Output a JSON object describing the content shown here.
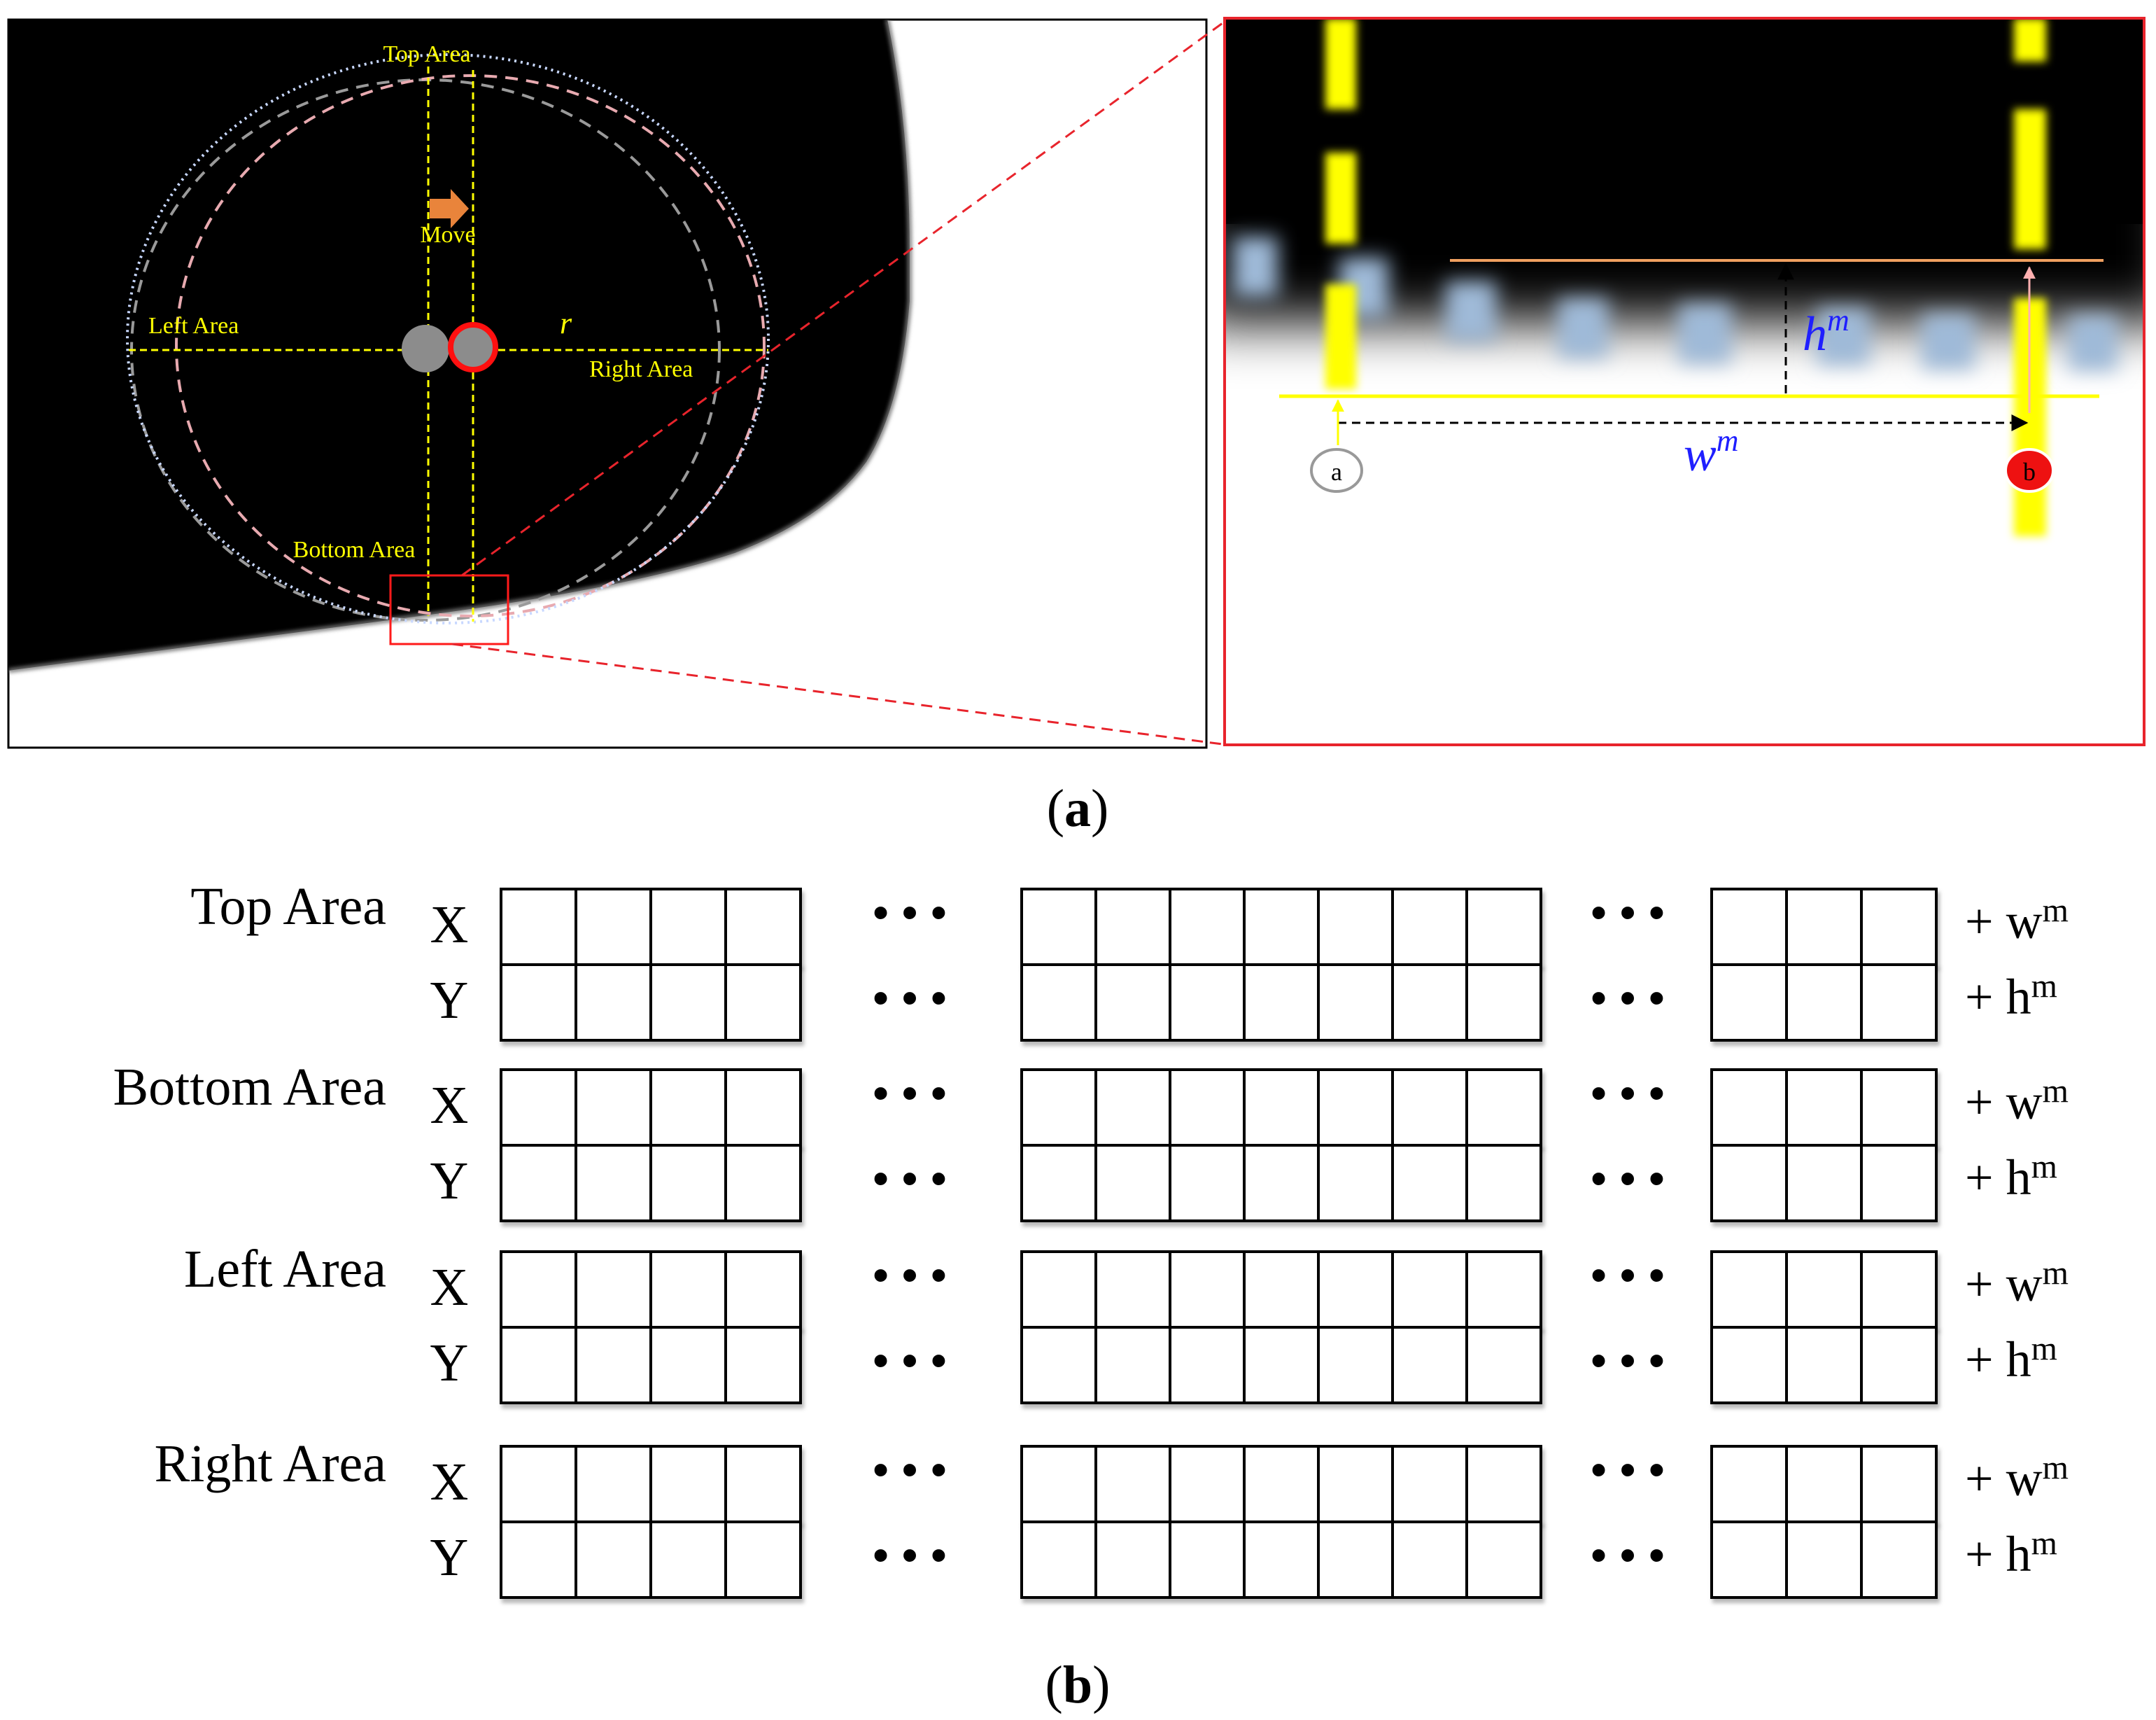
{
  "panel_a": {
    "caption_letter": "a",
    "left": {
      "top_label": "Top Area",
      "bottom_label": "Bottom Area",
      "left_label": "Left Area",
      "right_label": "Right  Area",
      "move_label": "Move",
      "radius_label": "r"
    },
    "zoom": {
      "h_label": "h",
      "h_sup": "m",
      "w_label": "w",
      "w_sup": "m",
      "point_a": "a",
      "point_b": "b"
    },
    "colors": {
      "guide_yellow": "#ffff00",
      "zoom_frame_red": "#e8242c",
      "blue_text": "#1f1fff",
      "move_arrow": "#e9843b",
      "orange_line": "#f0a060"
    }
  },
  "panel_b": {
    "caption_letter": "b",
    "rows": [
      {
        "area": "Top Area",
        "x_axis": "X",
        "y_axis": "Y",
        "x_suffix": "+ w",
        "x_sup": "m",
        "y_suffix": "+ h",
        "y_sup": "m"
      },
      {
        "area": "Bottom Area",
        "x_axis": "X",
        "y_axis": "Y",
        "x_suffix": "+ w",
        "x_sup": "m",
        "y_suffix": "+ h",
        "y_sup": "m"
      },
      {
        "area": "Left Area",
        "x_axis": "X",
        "y_axis": "Y",
        "x_suffix": "+ w",
        "x_sup": "m",
        "y_suffix": "+ h",
        "y_sup": "m"
      },
      {
        "area": "Right Area",
        "x_axis": "X",
        "y_axis": "Y",
        "x_suffix": "+ w",
        "x_sup": "m",
        "y_suffix": "+ h",
        "y_sup": "m"
      }
    ],
    "block_cells": [
      4,
      7,
      3
    ],
    "ellipsis": "• • •"
  }
}
